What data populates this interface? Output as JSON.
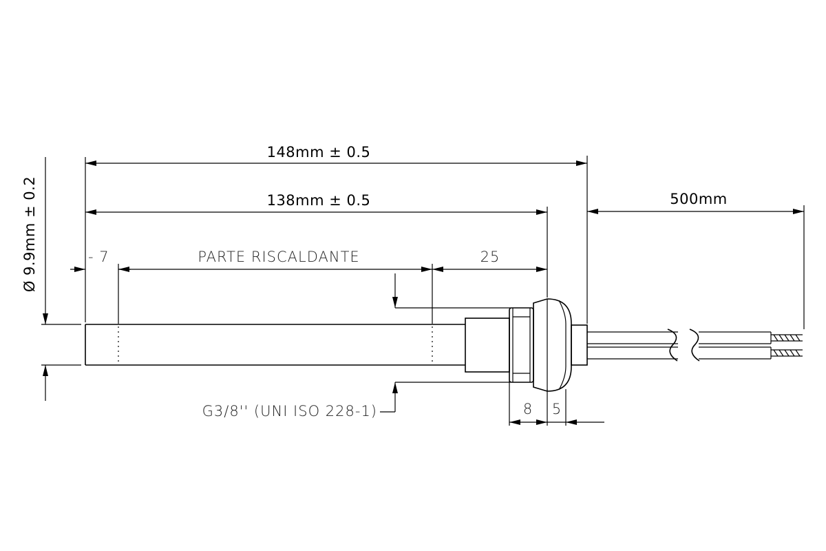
{
  "dimensions": {
    "overall_length": "148mm ± 0.5",
    "body_length": "138mm ± 0.5",
    "cable_length": "500mm",
    "diameter": "Ø 9.9mm ± 0.2",
    "cold_tip": "- 7",
    "heating_zone": "PARTE RISCALDANTE",
    "cold_end": "25",
    "thread": "G3/8'' (UNI ISO 228-1)",
    "nut_width": "8",
    "collar_width": "5"
  }
}
